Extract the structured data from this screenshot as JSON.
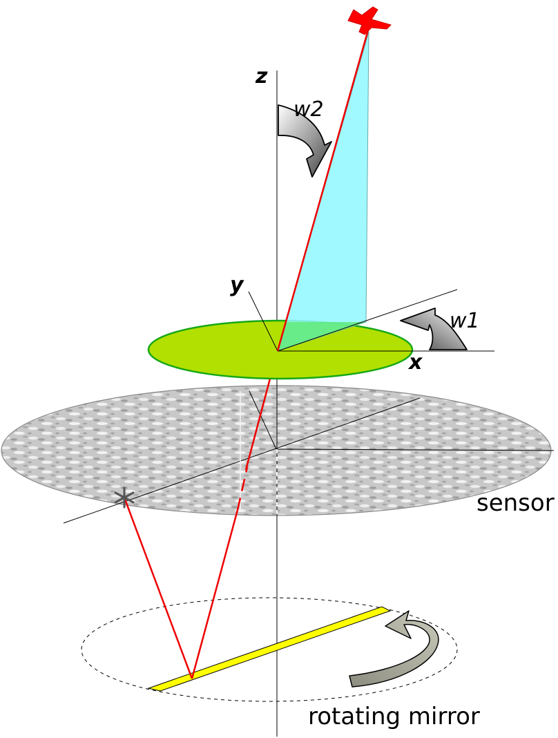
{
  "labels": {
    "z_axis": "z",
    "y_axis": "y",
    "x_axis": "x",
    "w1": "w1",
    "w2": "w2",
    "sensor": "sensor",
    "mirror": "rotating mirror"
  },
  "colors": {
    "beam": "#ee0000",
    "green_disk": "#b2e000",
    "green_disk_edge": "#16a816",
    "cyan_plane": "#8ff8ff",
    "sensor_base": "#cccccc",
    "mirror": "#ffff00",
    "aircraft": "#ff0000"
  }
}
